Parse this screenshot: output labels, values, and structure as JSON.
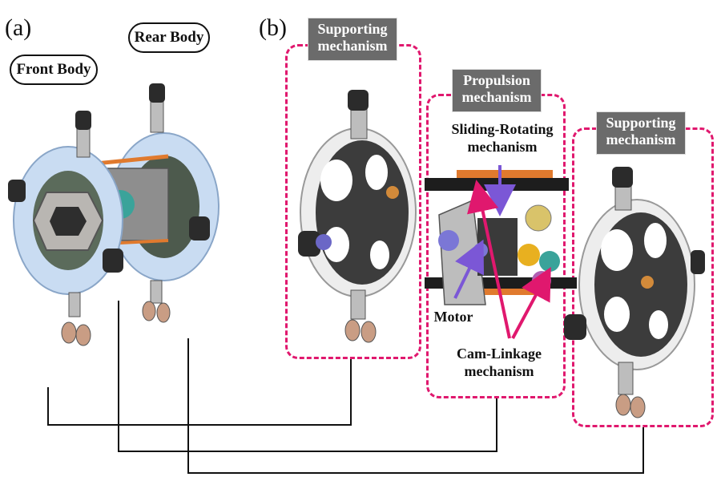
{
  "panels": {
    "a": "(a)",
    "b": "(b)"
  },
  "bodies": {
    "front": "Front Body",
    "rear": "Rear Body"
  },
  "module_labels": {
    "supporting_left": [
      "Supporting",
      "mechanism"
    ],
    "propulsion": [
      "Propulsion",
      "mechanism"
    ],
    "supporting_right": [
      "Supporting",
      "mechanism"
    ]
  },
  "annotations": {
    "sliding_rotating": [
      "Sliding-Rotating",
      "mechanism"
    ],
    "motor": "Motor",
    "cam_linkage": [
      "Cam-Linkage",
      "mechanism"
    ]
  },
  "colors": {
    "dash_box": "#e0186e",
    "label_fill": "#6b6b6b",
    "arrow_magenta": "#e0186e",
    "arrow_purple": "#7b57d6",
    "ring_blue": "#c9dcf2",
    "ring_white": "#f1f1f1",
    "ring_dark": "#3c3c3c"
  }
}
